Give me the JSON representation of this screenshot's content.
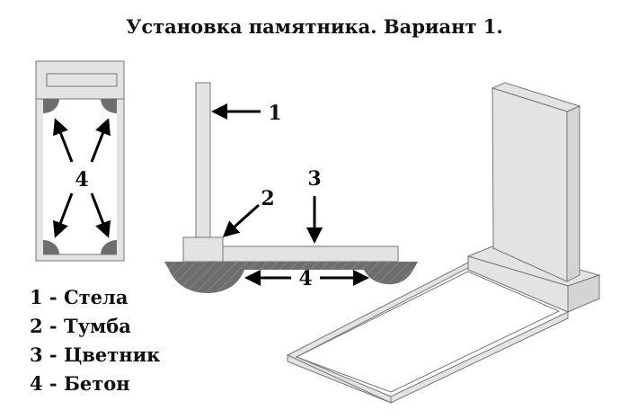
{
  "title": "Установка памятника. Вариант 1.",
  "plan_view": {
    "label": "4"
  },
  "side_view": {
    "labels": [
      "1",
      "2",
      "3",
      "4"
    ]
  },
  "legend": [
    "1 - Стела",
    "2 - Тумба",
    "3 - Цветник",
    "4 - Бетон"
  ],
  "colors": {
    "stone": "#e3e3e3",
    "concrete": "#6e6e6e",
    "text": "#111111"
  }
}
